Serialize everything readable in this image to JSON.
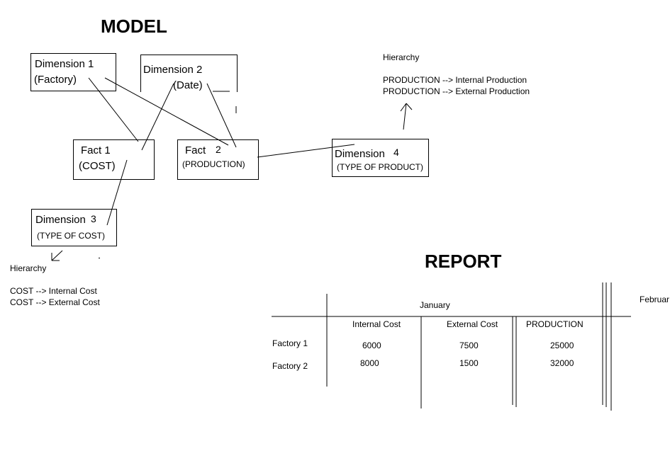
{
  "model": {
    "title": "MODEL",
    "dim1": {
      "line1": "Dimension 1",
      "line2": "(Factory)"
    },
    "dim2": {
      "line1": "Dimension 2",
      "line2": "(Date)"
    },
    "dim3": {
      "line1": "Dimension",
      "num": "3",
      "line2": "(TYPE OF COST)"
    },
    "dim4": {
      "line1": "Dimension",
      "num": "4",
      "line2": "(TYPE OF PRODUCT)"
    },
    "fact1": {
      "line1": "Fact 1",
      "line2": "(COST)"
    },
    "fact2": {
      "line1": "Fact",
      "num": "2",
      "line2": "(PRODUCTION)"
    },
    "hier_production": {
      "title": "Hierarchy",
      "lines": [
        "PRODUCTION --> Internal Production",
        "PRODUCTION --> External Production"
      ]
    },
    "hier_cost": {
      "title": "Hierarchy",
      "lines": [
        "COST --> Internal Cost",
        "COST --> External Cost"
      ]
    }
  },
  "report": {
    "title": "REPORT",
    "months": [
      "January",
      "Februar"
    ],
    "columns": [
      "Internal Cost",
      "External Cost",
      "PRODUCTION"
    ],
    "rows": [
      {
        "label": "Factory 1",
        "values": [
          "6000",
          "7500",
          "25000"
        ]
      },
      {
        "label": "Factory 2",
        "values": [
          "8000",
          "1500",
          "32000"
        ]
      }
    ]
  }
}
